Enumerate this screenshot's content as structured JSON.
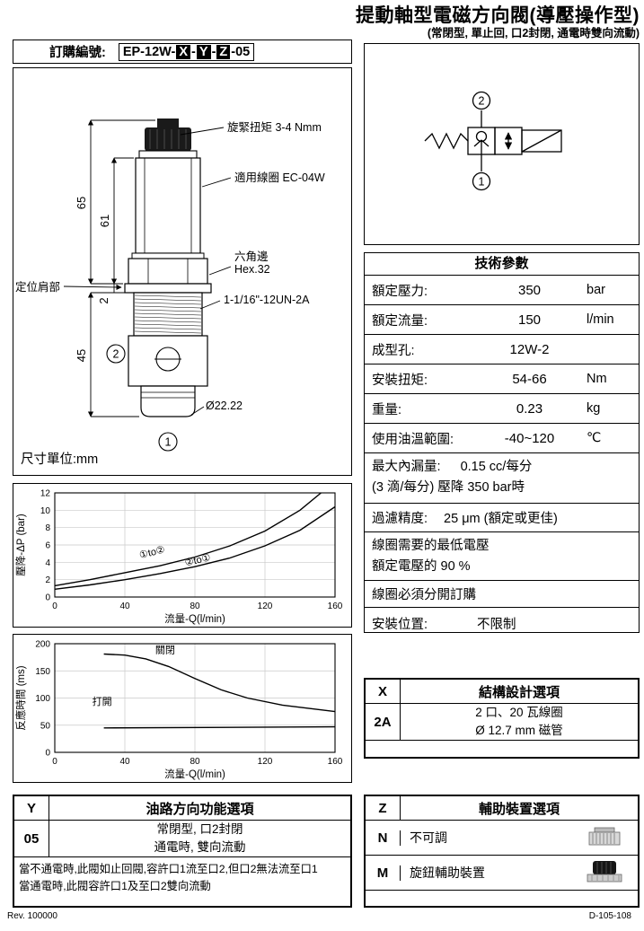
{
  "header": {
    "title": "提動軸型電磁方向閥(導壓操作型)",
    "subtitle": "(常閉型, 單止回, 口2封閉, 通電時雙向流動)"
  },
  "order": {
    "label": "訂購編號:",
    "segments": [
      "EP-12W-",
      "X",
      "-",
      "Y",
      "-",
      "Z",
      "-05"
    ]
  },
  "drawing": {
    "callout_torque": "旋緊扭矩 3-4 Nmm",
    "callout_coil": "適用線圈 EC-04W",
    "callout_hex_line1": "六角邊",
    "callout_hex_line2": "Hex.32",
    "callout_thread": "1-1/16\"-12UN-2A",
    "callout_diameter": "Ø22.22",
    "dim_65": "65",
    "dim_61": "61",
    "dim_2": "2",
    "dim_45": "45",
    "shoulder_label": "定位肩部",
    "port_top": "2",
    "port_bottom": "1",
    "units_note": "尺寸單位:mm"
  },
  "symbol": {
    "port_top": "2",
    "port_bottom": "1"
  },
  "specs": {
    "title": "技術參數",
    "rows": [
      {
        "label": "額定壓力:",
        "value": "350",
        "unit": "bar"
      },
      {
        "label": "額定流量:",
        "value": "150",
        "unit": "l/min"
      },
      {
        "label": "成型孔:",
        "value": "12W-2",
        "unit": ""
      },
      {
        "label": "安裝扭矩:",
        "value": "54-66",
        "unit": "Nm"
      },
      {
        "label": "重量:",
        "value": "0.23",
        "unit": "kg"
      },
      {
        "label": "使用油溫範圍:",
        "value": "-40~120",
        "unit": "℃"
      }
    ],
    "leakage_label": "最大內漏量:",
    "leakage_value": "0.15 cc/每分",
    "leakage_line2": "(3 滴/每分) 壓降 350 bar時",
    "filtration_label": "過濾精度:",
    "filtration_value": "25 μm (額定或更佳)",
    "voltage_line1": "線圈需要的最低電壓",
    "voltage_line2": "額定電壓的 90 %",
    "coil_note": "線圈必須分開訂購",
    "mounting_label": "安裝位置:",
    "mounting_value": "不限制"
  },
  "x_option": {
    "key": "X",
    "title": "結構設計選項",
    "code": "2A",
    "desc_line1": "2 口、20 瓦線圈",
    "desc_line2": "Ø 12.7 mm 磁管"
  },
  "y_option": {
    "key": "Y",
    "title": "油路方向功能選項",
    "code": "05",
    "desc_line1": "常閉型, 口2封閉",
    "desc_line2": "通電時, 雙向流動",
    "note_line1": "當不通電時,此閥如止回閥,容許口1流至口2,但口2無法流至口1",
    "note_line2": "當通電時,此閥容許口1及至口2雙向流動"
  },
  "z_option": {
    "key": "Z",
    "title": "輔助裝置選項",
    "rows": [
      {
        "code": "N",
        "desc": "不可調"
      },
      {
        "code": "M",
        "desc": "旋鈕輔助裝置"
      }
    ]
  },
  "footer": {
    "left": "Rev. 100000",
    "right": "D-105-108"
  },
  "chart_data": [
    {
      "type": "line",
      "title": "",
      "xlabel": "流量-Q(l/min)",
      "ylabel": "壓降-ΔP (bar)",
      "xlim": [
        0,
        160
      ],
      "ylim": [
        0,
        12
      ],
      "xticks": [
        0,
        40,
        80,
        120,
        160
      ],
      "yticks": [
        0,
        2,
        4,
        6,
        8,
        10,
        12
      ],
      "grid": true,
      "legend": "none",
      "series": [
        {
          "name": "①to②",
          "x": [
            0,
            20,
            40,
            60,
            80,
            100,
            120,
            140,
            152
          ],
          "y": [
            1.3,
            2.0,
            2.8,
            3.6,
            4.6,
            5.9,
            7.6,
            10.0,
            12.0
          ]
        },
        {
          "name": "②to①",
          "x": [
            0,
            20,
            40,
            60,
            80,
            100,
            120,
            140,
            160
          ],
          "y": [
            0.9,
            1.4,
            2.0,
            2.7,
            3.5,
            4.5,
            5.9,
            7.7,
            10.4
          ]
        }
      ],
      "annotations": [
        {
          "text": "①to②",
          "x": 56,
          "y": 4.8,
          "rotate": -14
        },
        {
          "text": "②to①",
          "x": 82,
          "y": 3.9,
          "rotate": -13
        }
      ]
    },
    {
      "type": "line",
      "title": "",
      "xlabel": "流量-Q(l/min)",
      "ylabel": "反應時間 (ms)",
      "xlim": [
        0,
        160
      ],
      "ylim": [
        0,
        200
      ],
      "xticks": [
        0,
        40,
        80,
        120,
        160
      ],
      "yticks": [
        0,
        50,
        100,
        150,
        200
      ],
      "grid": true,
      "legend": "none",
      "series": [
        {
          "name": "關閉",
          "x": [
            28,
            40,
            52,
            65,
            80,
            95,
            110,
            130,
            160
          ],
          "y": [
            181,
            179,
            172,
            158,
            136,
            115,
            100,
            87,
            75
          ]
        },
        {
          "name": "打開",
          "x": [
            28,
            160
          ],
          "y": [
            45,
            47
          ]
        }
      ],
      "annotations": [
        {
          "text": "關閉",
          "x": 63,
          "y": 183,
          "rotate": 0
        },
        {
          "text": "打開",
          "x": 27,
          "y": 88,
          "rotate": 0
        }
      ]
    }
  ]
}
